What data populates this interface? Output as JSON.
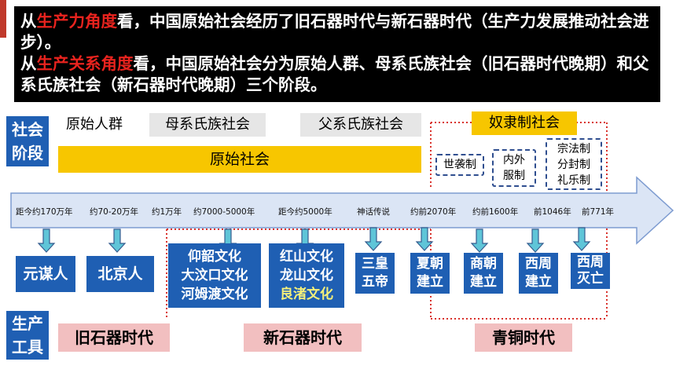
{
  "callout": {
    "line1_hl": "生产力角度",
    "line1_pre": "从",
    "line1_post": "看，中国原始社会经历了旧石器时代与新石器时代（生产力发展推动社会进步）。",
    "line2_pre": "从",
    "line2_hl": "生产关系角度",
    "line2_post": "看，中国原始社会分为原始人群、母系氏族社会（旧石器时代晚期）和父系氏族社会（新石器时代晚期）三个阶段。"
  },
  "labels": {
    "stage": "社会阶段",
    "tools": "生产工具"
  },
  "stages": {
    "s1": "原始人群",
    "s2": "母系氏族社会",
    "s3": "父系氏族社会",
    "s4": "奴隶制社会",
    "primitive": "原始社会"
  },
  "systems": {
    "a": "世袭制",
    "b": "内外服制",
    "c": "宗法制 分封制 礼乐制"
  },
  "timeline": [
    "距今约170万年",
    "约70-20万年",
    "约1万年",
    "约7000-5000年",
    "距今约5000年",
    "神话传说",
    "约前2070年",
    "约前1600年",
    "前1046年",
    "前771年"
  ],
  "events": {
    "e1": "元谋人",
    "e2": "北京人",
    "e3a": "仰韶文化",
    "e3b": "大汶口文化",
    "e3c": "河姆渡文化",
    "e4a": "红山文化",
    "e4b": "龙山文化",
    "e4c": "良渚文化",
    "e5": "三皇五帝",
    "e6": "夏朝建立",
    "e7": "商朝建立",
    "e8": "西周建立",
    "e9": "西周灭亡"
  },
  "eras": {
    "old": "旧石器时代",
    "new": "新石器时代",
    "bronze": "青铜时代"
  },
  "colors": {
    "blue": "#1f5fb3",
    "gold": "#f7c600",
    "red": "#d9302a",
    "pink": "#f2bfc0",
    "arrow": "#dbe5f5"
  }
}
